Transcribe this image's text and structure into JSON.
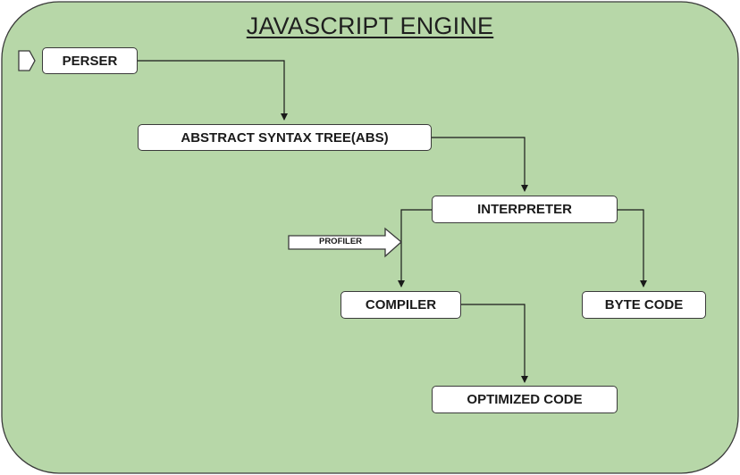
{
  "diagram": {
    "title": "JAVASCRIPT ENGINE",
    "background_color": "#b7d7a8",
    "nodes": {
      "perser": "PERSER",
      "ast": "ABSTRACT SYNTAX TREE(ABS)",
      "interpreter": "INTERPRETER",
      "compiler": "COMPILER",
      "byte_code": "BYTE CODE",
      "optimized_code": "OPTIMIZED CODE"
    },
    "profiler_label": "PROFILER",
    "edges": [
      {
        "from": "PERSER",
        "to": "ABSTRACT SYNTAX TREE(ABS)"
      },
      {
        "from": "ABSTRACT SYNTAX TREE(ABS)",
        "to": "INTERPRETER"
      },
      {
        "from": "INTERPRETER",
        "to": "COMPILER"
      },
      {
        "from": "INTERPRETER",
        "to": "BYTE CODE"
      },
      {
        "from": "COMPILER",
        "to": "OPTIMIZED CODE"
      },
      {
        "from": "PROFILER",
        "to": "COMPILER"
      }
    ]
  }
}
